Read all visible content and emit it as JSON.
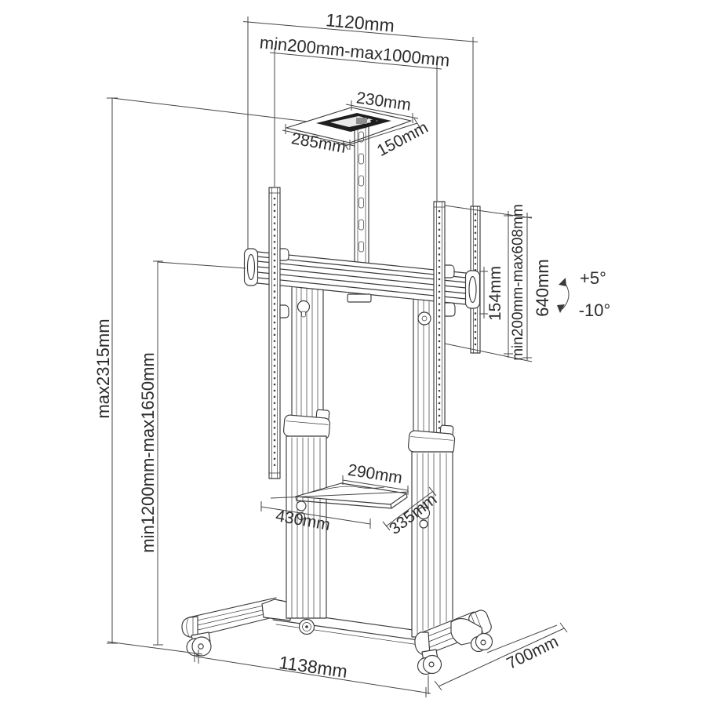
{
  "diagram": {
    "colors": {
      "background": "#ffffff",
      "line": "#3a3a3a",
      "text": "#2b2b2b",
      "plate_fill": "#1e1e1e"
    },
    "labels": {
      "overall_width": "1120mm",
      "vesa_width_range": "min200mm-max1000mm",
      "plate_width": "230mm",
      "plate_front_width": "285mm",
      "plate_depth": "150mm",
      "max_height": "max2315mm",
      "screen_height_range": "min1200mm-max1650mm",
      "end_plate_height": "154mm",
      "vesa_height_range": "min200mm-max608mm",
      "rail_height": "640mm",
      "tilt_up": "+5°",
      "tilt_down": "-10°",
      "shelf_back_width": "290mm",
      "shelf_width": "430mm",
      "shelf_depth": "335mm",
      "base_width": "1138mm",
      "base_depth": "700mm"
    }
  }
}
